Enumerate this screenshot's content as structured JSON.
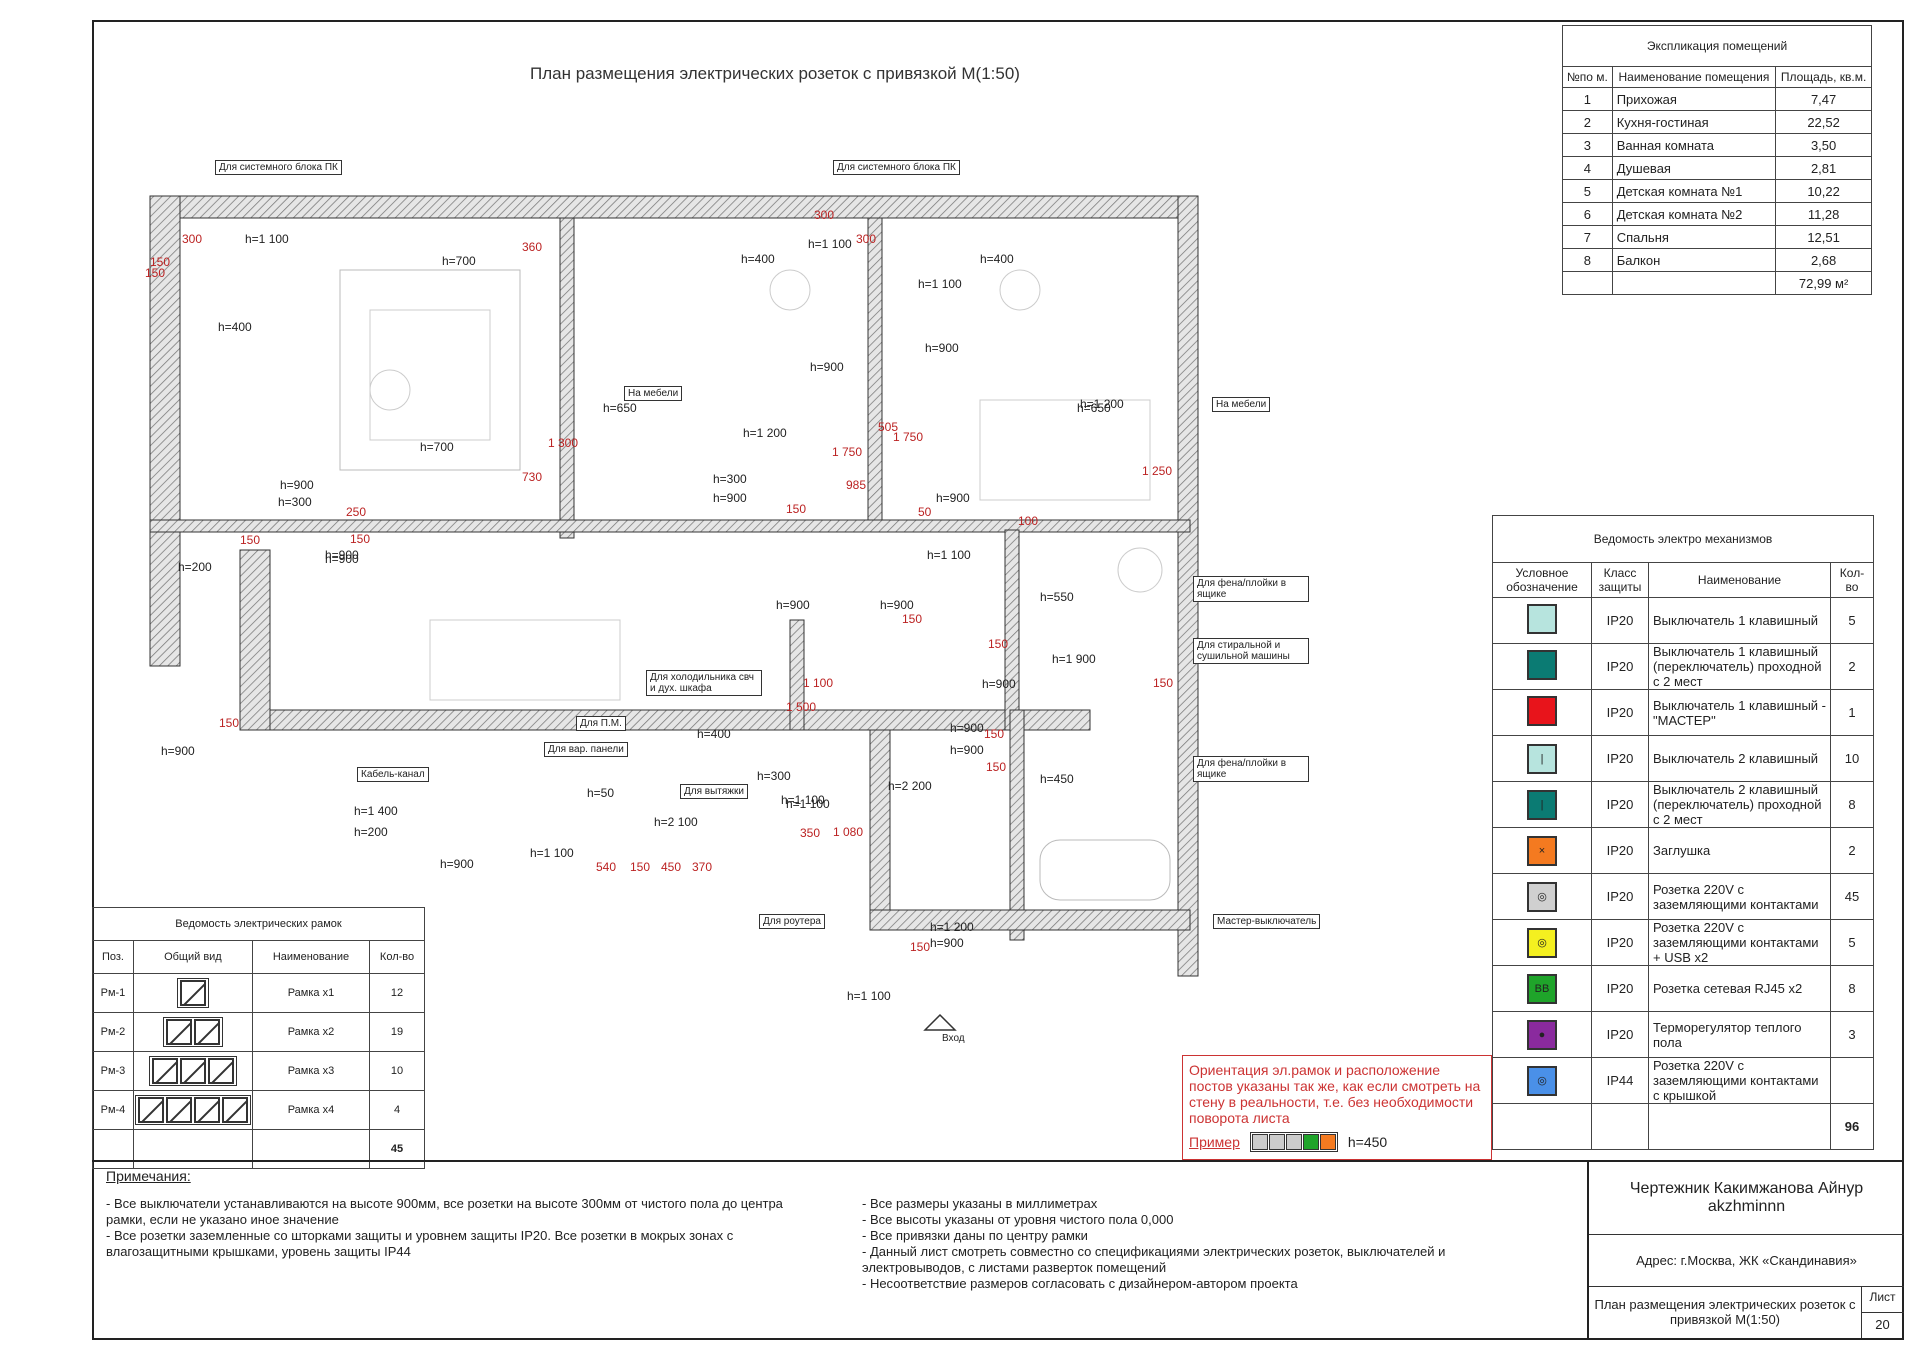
{
  "title": "План размещения электрических розеток с привязкой М(1:50)",
  "explication": {
    "caption": "Экспликация помещений",
    "headers": [
      "№по м.",
      "Наименование помещения",
      "Площадь, кв.м."
    ],
    "rows": [
      [
        "1",
        "Прихожая",
        "7,47"
      ],
      [
        "2",
        "Кухня-гостиная",
        "22,52"
      ],
      [
        "3",
        "Ванная комната",
        "3,50"
      ],
      [
        "4",
        "Душевая",
        "2,81"
      ],
      [
        "5",
        "Детская комната №1",
        "10,22"
      ],
      [
        "6",
        "Детская комната №2",
        "11,28"
      ],
      [
        "7",
        "Спальня",
        "12,51"
      ],
      [
        "8",
        "Балкон",
        "2,68"
      ]
    ],
    "total": "72,99 м²"
  },
  "mechanisms": {
    "caption": "Ведомость электро механизмов",
    "headers": [
      "Условное обозначение",
      "Класс защиты",
      "Наименование",
      "Кол-во"
    ],
    "rows": [
      {
        "color": "#b7e4de",
        "mark": "",
        "ip": "IP20",
        "name": "Выключатель 1 клавишный",
        "qty": "5"
      },
      {
        "color": "#0b7b73",
        "mark": "",
        "ip": "IP20",
        "name": "Выключатель 1 клавишный (переключатель) проходной с 2 мест",
        "qty": "2"
      },
      {
        "color": "#e8141b",
        "mark": "",
        "ip": "IP20",
        "name": "Выключатель 1 клавишный -\"МАСТЕР\"",
        "qty": "1"
      },
      {
        "color": "#b7e4de",
        "mark": "|",
        "ip": "IP20",
        "name": "Выключатель 2 клавишный",
        "qty": "10"
      },
      {
        "color": "#0b7b73",
        "mark": "|",
        "ip": "IP20",
        "name": "Выключатель 2 клавишный (переключатель) проходной с 2 мест",
        "qty": "8"
      },
      {
        "color": "#f47a20",
        "mark": "×",
        "ip": "IP20",
        "name": "Заглушка",
        "qty": "2"
      },
      {
        "color": "#d0d0d0",
        "mark": "◎",
        "ip": "IP20",
        "name": "Розетка 220V с заземляющими контактами",
        "qty": "45"
      },
      {
        "color": "#f4f020",
        "mark": "◎",
        "ip": "IP20",
        "name": "Розетка 220V с заземляющими контактами + USB x2",
        "qty": "5"
      },
      {
        "color": "#1fa42a",
        "mark": "BB",
        "ip": "IP20",
        "name": "Розетка сетевая RJ45 x2",
        "qty": "8"
      },
      {
        "color": "#8a2a9e",
        "mark": "●",
        "ip": "IP20",
        "name": "Терморегулятор теплого пола",
        "qty": "3"
      },
      {
        "color": "#4a90e8",
        "mark": "◎",
        "ip": "IP44",
        "name": "Розетка 220V с заземляющими контактами с крышкой",
        "qty": ""
      }
    ],
    "total": "96"
  },
  "frames": {
    "caption": "Ведомость электрических рамок",
    "headers": [
      "Поз.",
      "Общий вид",
      "Наименование",
      "Кол-во"
    ],
    "rows": [
      {
        "pos": "Рм-1",
        "n": 1,
        "name": "Рамка х1",
        "qty": "12"
      },
      {
        "pos": "Рм-2",
        "n": 2,
        "name": "Рамка х2",
        "qty": "19"
      },
      {
        "pos": "Рм-3",
        "n": 3,
        "name": "Рамка х3",
        "qty": "10"
      },
      {
        "pos": "Рм-4",
        "n": 4,
        "name": "Рамка х4",
        "qty": "4"
      }
    ],
    "total": "45"
  },
  "orientation_note": {
    "text": "Ориентация эл.рамок и расположение постов указаны так же, как если смотреть на стену в реальности, т.е. без необходимости поворота листа",
    "example_label": "Пример",
    "example_h": "h=450"
  },
  "notes": {
    "heading": "Примечания:",
    "left": [
      "- Все выключатели устанавливаются на высоте 900мм, все розетки на высоте 300мм от чистого пола до центра рамки, если не указано иное значение",
      "- Все розетки заземленные со шторками защиты и уровнем защиты IP20. Все розетки в мокрых зонах с влагозащитными крышками, уровень защиты IP44"
    ],
    "right": [
      "- Все размеры указаны в миллиметрах",
      "- Все высоты указаны от уровня чистого пола 0,000",
      "- Все привязки даны по центру рамки",
      "- Данный лист смотреть совместно со спецификациями электрических розеток, выключателей и электровыводов, с листами разверток помещений",
      "- Несоответствие размеров согласовать с дизайнером-автором проекта"
    ]
  },
  "stamp": {
    "author": "Чертежник Какимжанова Айнур akzhminnn",
    "address": "Адрес: г.Москва, ЖК «Скандинавия»",
    "sheet_title": "План размещения электрических розеток с привязкой М(1:50)",
    "sheet_label": "Лист",
    "sheet_no": "20"
  },
  "plan": {
    "entrance": "Вход",
    "callouts": [
      "Для системного блока ПК",
      "Для системного блока ПК",
      "На мебели",
      "На мебели",
      "Для фена/плойки в ящике",
      "Для стиральной и сушильной машины",
      "Для фена/плойки в ящике",
      "Для холодильника свч и дух. шкафа",
      "Для П.М.",
      "Для вар. панели",
      "Для вытяжки",
      "Кабель-канал",
      "Для роутера",
      "Мастер-выключатель"
    ],
    "heights": [
      "h=1 100",
      "h=400",
      "h=700",
      "h=700",
      "h=900",
      "h=300",
      "h=900",
      "h=650",
      "h=400",
      "h=1 100",
      "h=900",
      "h=1 200",
      "h=300",
      "h=900",
      "h=400",
      "h=1 100",
      "h=900",
      "h=1 200",
      "h=650",
      "h=900",
      "h=200",
      "h=900",
      "h=1 100",
      "h=550",
      "h=900",
      "h=900",
      "h=1 900",
      "h=900",
      "h=400",
      "h=300",
      "h=50",
      "h=2 100",
      "h=1 100",
      "h=1 100",
      "h=2 200",
      "h=900",
      "h=900",
      "h=450",
      "h=1 400",
      "h=200",
      "h=900",
      "h=1 100",
      "h=1 200",
      "h=900",
      "h=1 100",
      "h=900"
    ],
    "dims": [
      "300",
      "150",
      "360",
      "150",
      "300",
      "300",
      "1 300",
      "730",
      "250",
      "150",
      "150",
      "1 750",
      "985",
      "505",
      "1 750",
      "1 250",
      "100",
      "50",
      "150",
      "150",
      "150",
      "150",
      "1 500",
      "1 100",
      "350",
      "1 080",
      "540",
      "150",
      "450",
      "370",
      "150",
      "150",
      "150",
      "150"
    ]
  }
}
